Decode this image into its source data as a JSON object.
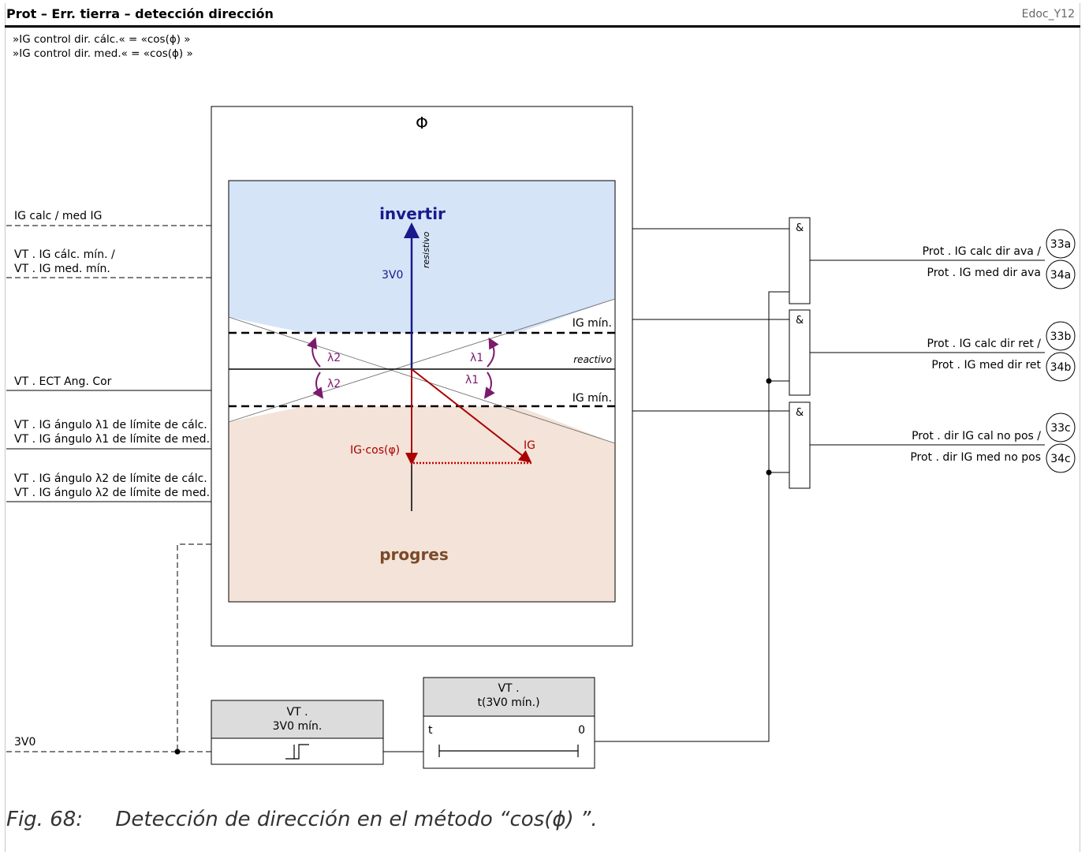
{
  "header": {
    "title": "Prot – Err. tierra – detección dirección",
    "doc_code": "Edoc_Y12"
  },
  "settings": {
    "line1": "»IG control dir. cálc.« = «cos(ϕ) »",
    "line2": "»IG control dir. med.« = «cos(ϕ) »"
  },
  "inputs": {
    "ig_calc_med": "IG calc / med IG",
    "ig_min_1": "VT . IG cálc. mín. /",
    "ig_min_2": "VT . IG med. mín.",
    "ect_ang": "VT . ECT Ang. Cor",
    "lambda1_1": "VT . IG ángulo λ1 de límite de cálc. /",
    "lambda1_2": "VT . IG ángulo λ1 de límite de med.",
    "lambda2_1": "VT . IG ángulo λ2 de límite de cálc. /",
    "lambda2_2": "VT . IG ángulo λ2 de límite de med.",
    "v3v0": "3V0"
  },
  "phi_block": {
    "title": "Φ",
    "forward": "invertir",
    "reverse": "progres",
    "resistive": "resistivo",
    "reactive": "reactivo",
    "v_label": "3V0",
    "ig_min_upper": "IG mín.",
    "ig_min_lower": "IG mín.",
    "lambda2_a": "λ2",
    "lambda2_b": "λ2",
    "lambda1_a": "λ1",
    "lambda1_b": "λ1",
    "ig_cos": "IG·cos(φ)",
    "ig": "IG",
    "colors": {
      "forward_zone": "#d6e4f8",
      "reverse_zone": "#f3e3d8",
      "forward_text": "#1a1a8c",
      "reverse_text": "#7b4a2a",
      "ig_vector": "#aa0000",
      "lambda": "#7b1a6b"
    }
  },
  "gates": {
    "and_symbol": "&"
  },
  "outputs": {
    "a1": "Prot . IG calc dir ava /",
    "a2": "Prot . IG med dir ava",
    "b1": "Prot . IG calc dir ret /",
    "b2": "Prot . IG med dir ret",
    "c1": "Prot . dir IG cal no pos /",
    "c2": "Prot . dir IG med no pos",
    "refs": [
      "33a",
      "34a",
      "33b",
      "34b",
      "33c",
      "34c"
    ]
  },
  "v_min_block": {
    "line1": "VT .",
    "line2": "3V0 mín."
  },
  "timer_block": {
    "line1": "VT .",
    "line2": "t(3V0 mín.)",
    "t": "t",
    "zero": "0"
  },
  "caption": "Fig. 68:     Detección de dirección en el método “cos(ϕ) ”."
}
